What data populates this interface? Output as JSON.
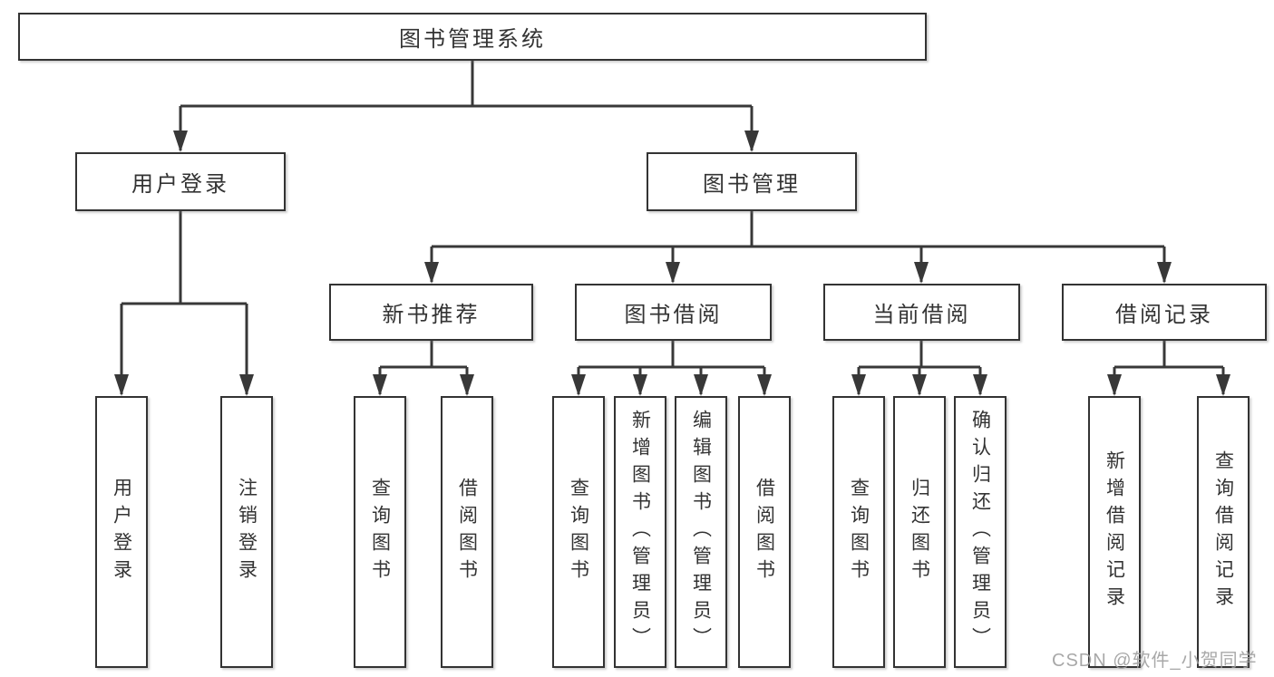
{
  "tree": {
    "root": {
      "label": "图书管理系统"
    },
    "branches": [
      {
        "label": "用户登录",
        "children": [
          "用户登录",
          "注销登录"
        ]
      },
      {
        "label": "图书管理",
        "groups": [
          {
            "label": "新书推荐",
            "children": [
              "查询图书",
              "借阅图书"
            ]
          },
          {
            "label": "图书借阅",
            "children": [
              "查询图书",
              "新增图书（管理员）",
              "编辑图书（管理员）",
              "借阅图书"
            ]
          },
          {
            "label": "当前借阅",
            "children": [
              "查询图书",
              "归还图书",
              "确认归还（管理员）"
            ]
          },
          {
            "label": "借阅记录",
            "children": [
              "新增借阅记录",
              "查询借阅记录"
            ]
          }
        ]
      }
    ]
  },
  "watermark": "CSDN @软件_小贺同学",
  "colors": {
    "line": "#383838",
    "box_border": "#333333",
    "text": "#333333",
    "watermark": "#9e9e9e",
    "background": "#ffffff"
  }
}
